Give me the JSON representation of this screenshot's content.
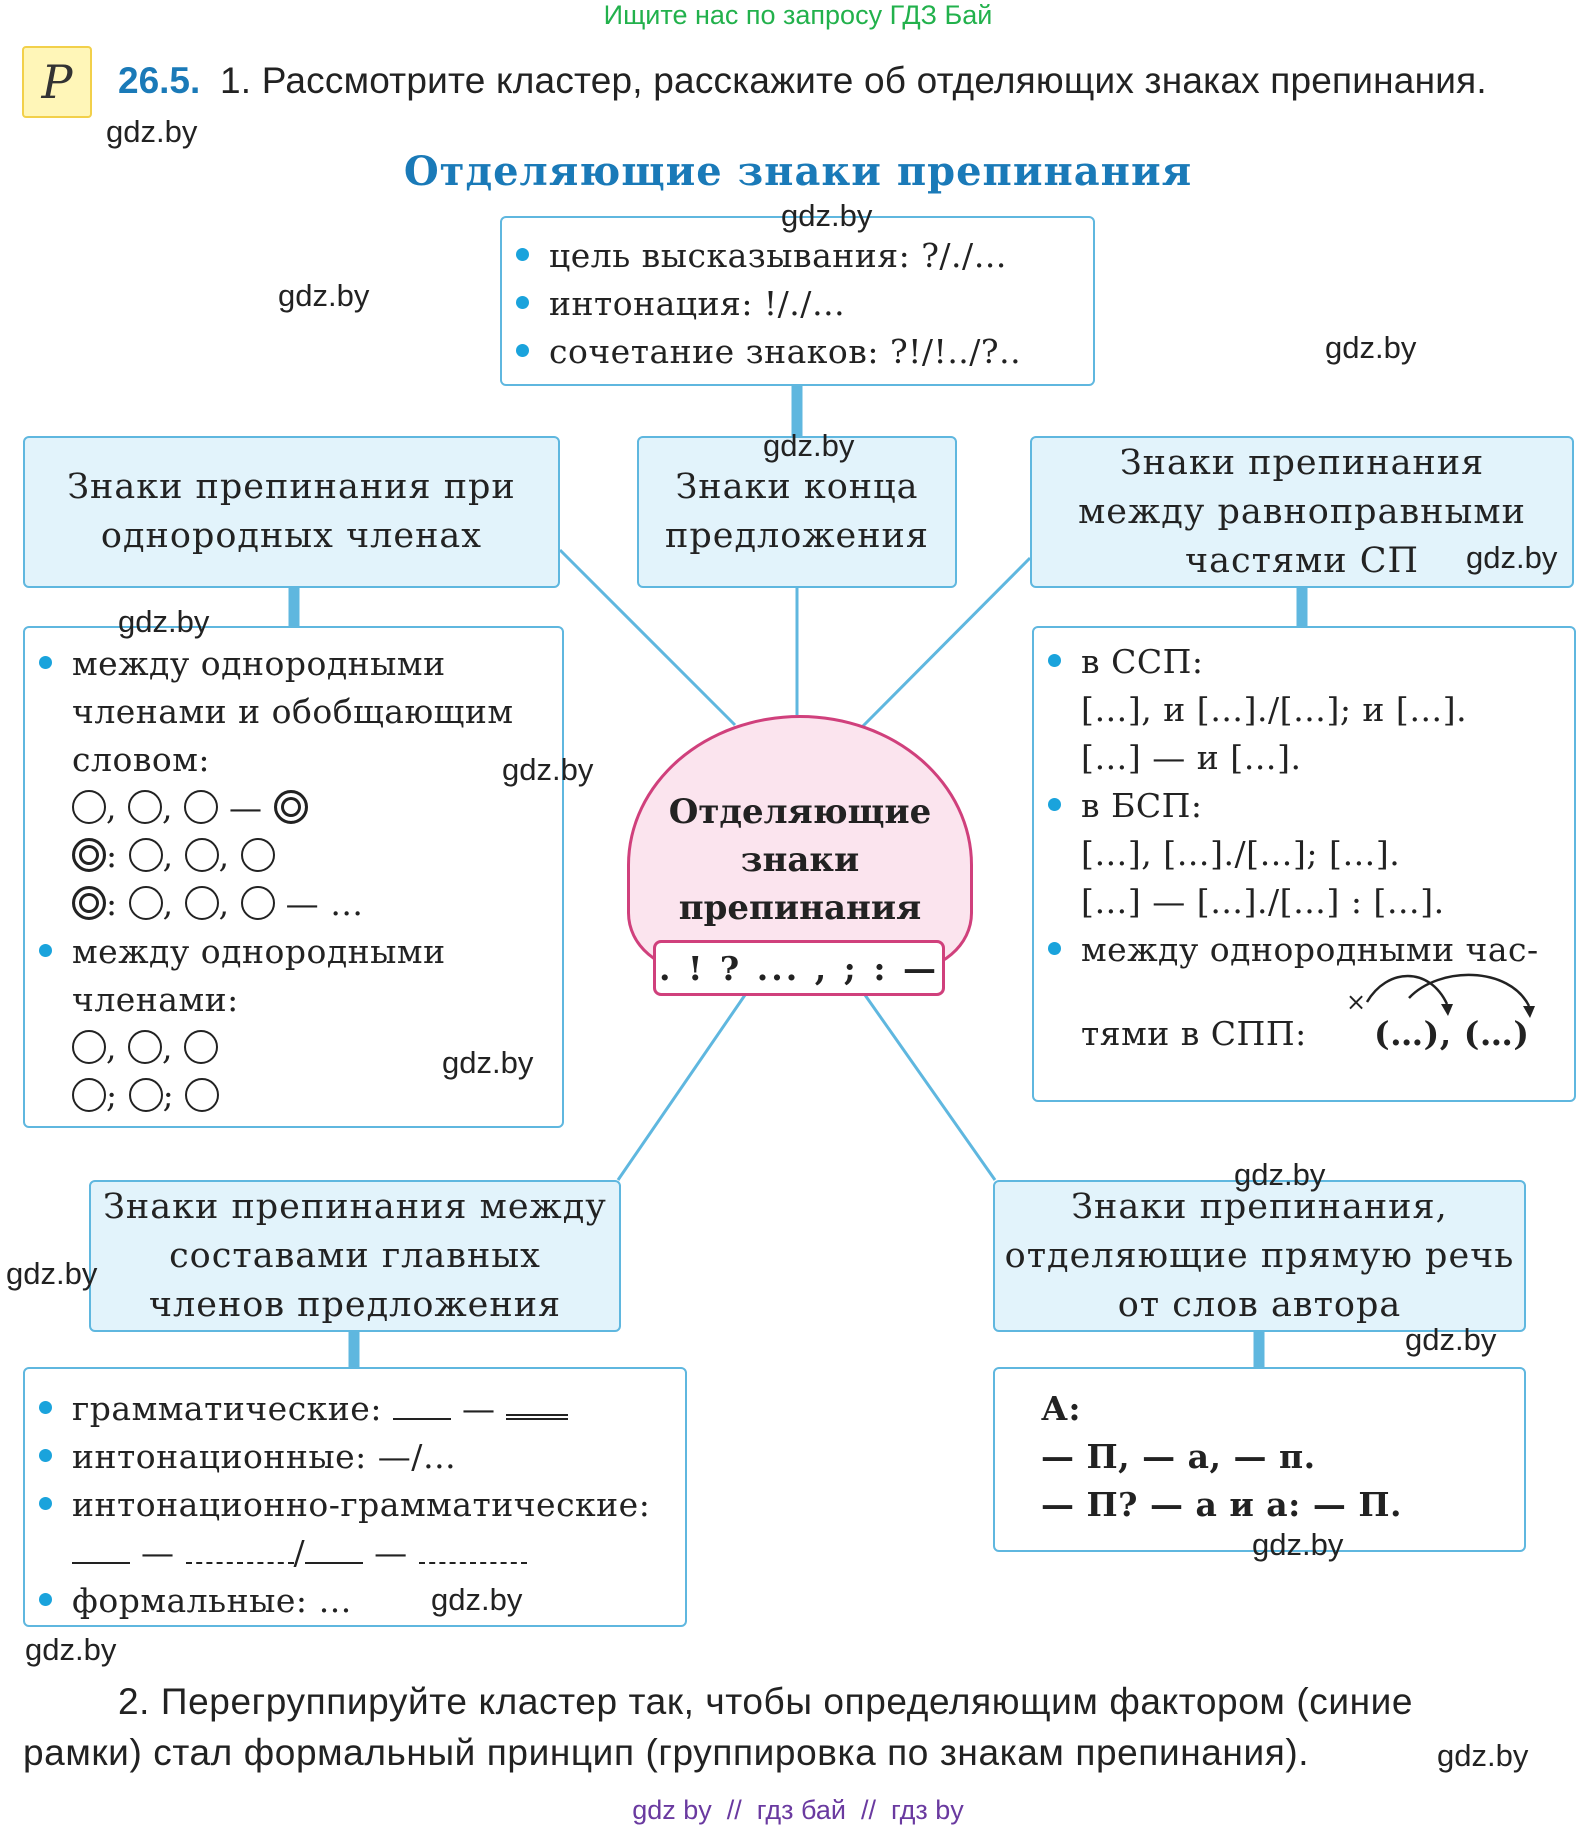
{
  "top_banner": "Ищите нас по запросу ГДЗ Бай",
  "task": {
    "icon_letter": "P",
    "number": "26.5.",
    "text": "1. Рассмотрите кластер, расскажите об отделяющих знаках препинания."
  },
  "cluster_title": "Отделяющие знаки препинания",
  "top_box": [
    "цель высказывания: ?/./…",
    "интонация: !/./…",
    "сочетание знаков: ?!/!../?.."
  ],
  "center": {
    "title_l1": "Отделяющие",
    "title_l2": "знаки",
    "title_l3": "препинания",
    "marks": ". ! ? ... , ; : —"
  },
  "headers": {
    "homogeneous_l1": "Знаки препинания при",
    "homogeneous_l2": "однородных членах",
    "end_l1": "Знаки конца",
    "end_l2": "предложения",
    "compound_l1": "Знаки препинания",
    "compound_l2": "между равноправными",
    "compound_l3": "частями СП",
    "main_members_l1": "Знаки препинания между",
    "main_members_l2": "составами главных",
    "main_members_l3": "членов предложения",
    "direct_speech_l1": "Знаки препинания,",
    "direct_speech_l2": "отделяющие прямую речь",
    "direct_speech_l3": "от слов автора"
  },
  "homogeneous_box": {
    "b1_l1": "между однородными",
    "b1_l2": "членами и обобщающим",
    "b1_l3": "словом:",
    "comma": ",",
    "colon": ":",
    "dash": "—",
    "ellipsis": "…",
    "b2_l1": "между однородными",
    "b2_l2": "членами:",
    "semicolon": ";"
  },
  "compound_box": {
    "ssp": "в ССП:",
    "ssp_l1": "[…], и […]./[…]; и […].",
    "ssp_l2": "[…] — и […].",
    "bsp": "в БСП:",
    "bsp_l1": "[…], […]./[…]; […].",
    "bsp_l2": "[…] — […]./[…] : […].",
    "spp_l1": "между однородными час-",
    "spp_l2": "тями в СПП:",
    "spp_pattern": "(…), (…)",
    "cross": "×"
  },
  "main_members_box": {
    "grammatical": "грамматические:",
    "intonational": "интонационные: —/…",
    "int_gram": "интонационно-грамматические:",
    "formal": "формальные: …",
    "slash": "/"
  },
  "direct_speech_box": {
    "l1": "А:",
    "l2": "— П, — а, — п.",
    "l3": "— П? — а и а: — П."
  },
  "task2": {
    "l1": "2. Перегруппируйте кластер так, чтобы определяющим фактором (синие",
    "l2": "рамки) стал формальный принцип (группировка по знакам препинания)."
  },
  "watermark": "gdz.by",
  "footer": "gdz by  //  гдз бай  //  гдз by",
  "colors": {
    "accent_blue": "#1a7ab8",
    "box_border": "#5fb7df",
    "box_fill": "#e2f3fb",
    "center_fill": "#fbe4ee",
    "center_border": "#d0407c",
    "banner_green": "#22b14c",
    "footer_purple": "#6a3aa0"
  }
}
